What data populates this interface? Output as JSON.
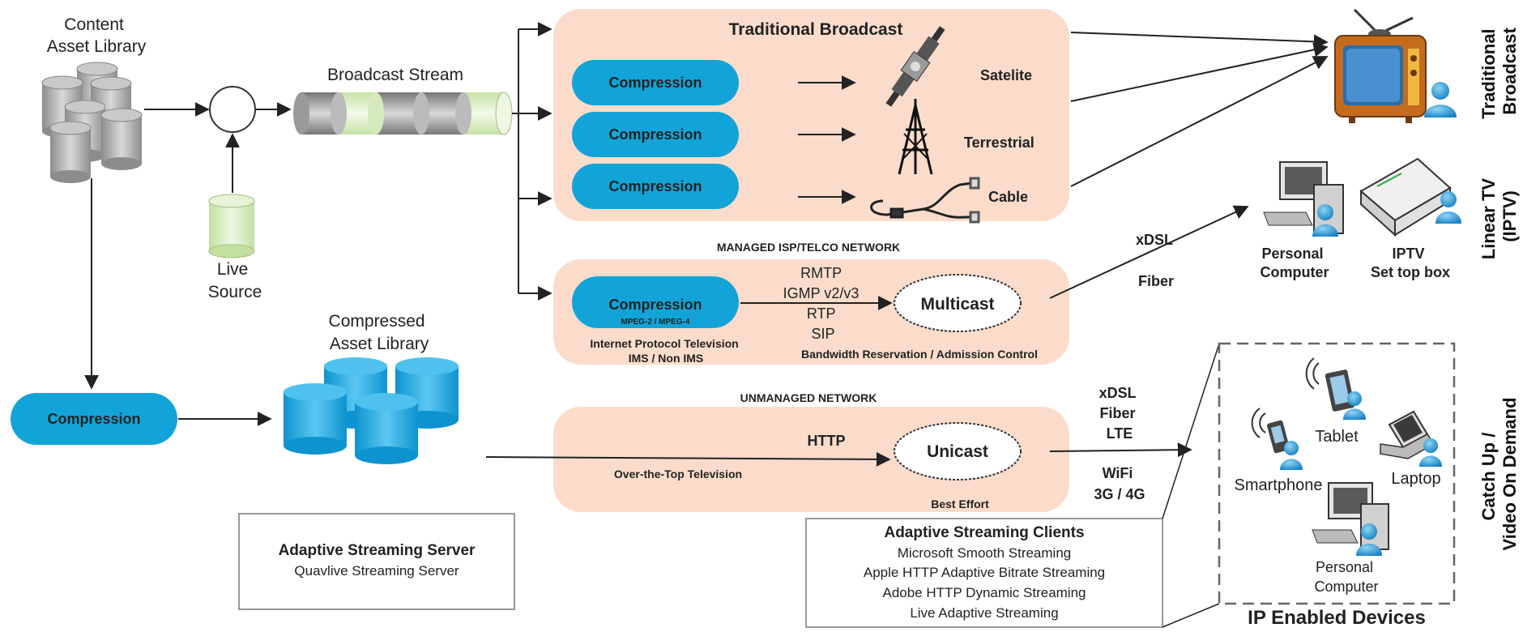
{
  "labels": {
    "content_asset_library": [
      "Content",
      "Asset Library"
    ],
    "live_source": [
      "Live",
      "Source"
    ],
    "broadcast_stream": "Broadcast Stream",
    "compressed_asset_library": [
      "Compressed",
      "Asset Library"
    ],
    "compression": "Compression",
    "traditional_broadcast_title": "Traditional Broadcast",
    "satelite": "Satelite",
    "terrestrial": "Terrestrial",
    "cable": "Cable",
    "managed_network": "MANAGED ISP/TELCO NETWORK",
    "mpeg": "MPEG-2 / MPEG-4",
    "protocols": [
      "RMTP",
      "IGMP v2/v3",
      "RTP",
      "SIP"
    ],
    "multicast": "Multicast",
    "iptv_caption": [
      "Internet Protocol Television",
      "IMS / Non IMS"
    ],
    "bandwidth": "Bandwidth Reservation / Admission Control",
    "unmanaged_network": "UNMANAGED NETWORK",
    "http": "HTTP",
    "unicast": "Unicast",
    "ott": "Over-the-Top Television",
    "best_effort": "Best Effort",
    "xdsl": "xDSL",
    "fiber": "Fiber",
    "unmanaged_links": [
      "xDSL",
      "Fiber",
      "LTE"
    ],
    "wireless_links": [
      "WiFi",
      "3G / 4G"
    ],
    "personal_computer": [
      "Personal",
      "Computer"
    ],
    "iptv_stb": [
      "IPTV",
      "Set top box"
    ],
    "tablet": "Tablet",
    "smartphone": "Smartphone",
    "laptop": "Laptop",
    "ip_enabled_devices": "IP Enabled Devices",
    "vertical_traditional": [
      "Traditional",
      "Broadcast"
    ],
    "vertical_linear": [
      "Linear TV",
      "(IPTV)"
    ],
    "vertical_catchup": [
      "Catch Up /",
      "Video On Demand"
    ]
  },
  "server_box": {
    "title": "Adaptive Streaming Server",
    "subtitle": "Quavlive Streaming Server"
  },
  "clients_box": {
    "title": "Adaptive Streaming Clients",
    "items": [
      "Microsoft Smooth Streaming",
      "Apple HTTP Adaptive Bitrate Streaming",
      "Adobe HTTP Dynamic Streaming",
      "Live Adaptive Streaming"
    ]
  },
  "colors": {
    "compression_fill": "#12a4d8",
    "network_panel": "#fbdccb",
    "cylinder_blue": "#1ea7e1",
    "cylinder_grey": "#9a9a9a",
    "cylinder_green": "#d6ebbd"
  }
}
